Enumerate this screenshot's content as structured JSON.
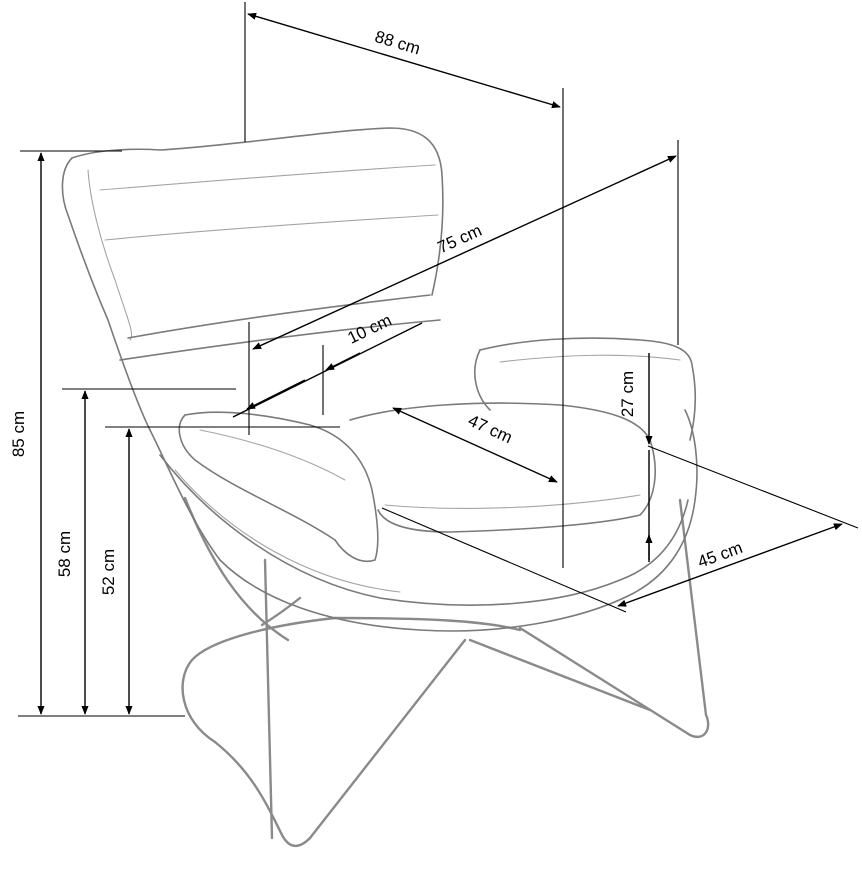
{
  "dimensions": {
    "width_top": "88 cm",
    "depth_diagonal": "75 cm",
    "backrest_thickness": "10 cm",
    "seat_depth": "47 cm",
    "armrest_height": "27 cm",
    "seat_width": "45 cm",
    "total_height": "85 cm",
    "armrest_floor_height": "58 cm",
    "seat_height": "52 cm"
  },
  "colors": {
    "dimension_lines": "#000000",
    "sketch_lines": "#7a7a7a",
    "background": "#ffffff"
  }
}
